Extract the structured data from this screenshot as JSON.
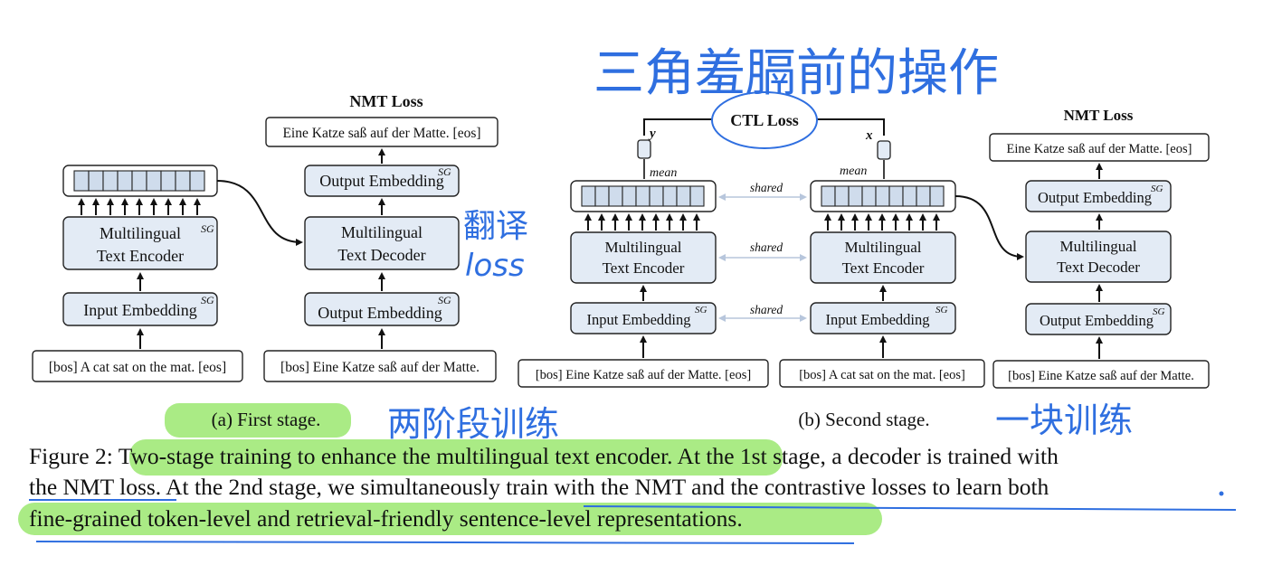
{
  "annotations": {
    "top_chinese": "三角羞膈前的操作",
    "translation_loss": "翻译\nloss",
    "two_stage_training": "两阶段训练",
    "joint_training": "一块训练"
  },
  "panel_a": {
    "nmt_loss_title": "NMT Loss",
    "target_sentence": "Eine Katze saß auf der Matte. [eos]",
    "output_embedding_top": "Output Embedding",
    "sg": "SG",
    "encoder_line1": "Multilingual",
    "encoder_line2": "Text Encoder",
    "decoder_line1": "Multilingual",
    "decoder_line2": "Text Decoder",
    "input_embedding": "Input Embedding",
    "output_embedding_bottom": "Output Embedding",
    "source_sentence": "[bos] A cat sat on the mat. [eos]",
    "decoder_input": "[bos] Eine Katze saß auf der Matte.",
    "caption": "(a) First stage."
  },
  "panel_b": {
    "ctl_loss": "CTL Loss",
    "y_label": "y",
    "x_label": "x",
    "mean_label": "mean",
    "shared_label": "shared",
    "encoder_line1": "Multilingual",
    "encoder_line2": "Text Encoder",
    "input_embedding": "Input Embedding",
    "left_input": "[bos] Eine Katze saß auf der Matte. [eos]",
    "mid_input": "[bos] A cat sat on the mat. [eos]",
    "nmt_loss_title": "NMT Loss",
    "target_sentence": "Eine Katze saß auf der Matte. [eos]",
    "output_embedding": "Output Embedding",
    "decoder_line1": "Multilingual",
    "decoder_line2": "Text Decoder",
    "decoder_input": "[bos] Eine Katze saß auf der Matte.",
    "caption": "(b) Second stage."
  },
  "caption": {
    "line1_a": "Figure 2: ",
    "line1_highlight": "Two-stage training to enhance the multilingual text encoder.",
    "line1_b": " At the 1st stage, a decoder is trained with",
    "line2_a": "the NMT loss",
    "line2_b": ". At the 2nd stage, we simultaneously train with the NMT and the contrastive losses to learn both",
    "line3": "fine-grained token-level and retrieval-friendly sentence-level representations."
  },
  "colors": {
    "box_fill": "#e3ebf5",
    "highlight": "#9be870",
    "pen_blue": "#2f6fe0"
  }
}
